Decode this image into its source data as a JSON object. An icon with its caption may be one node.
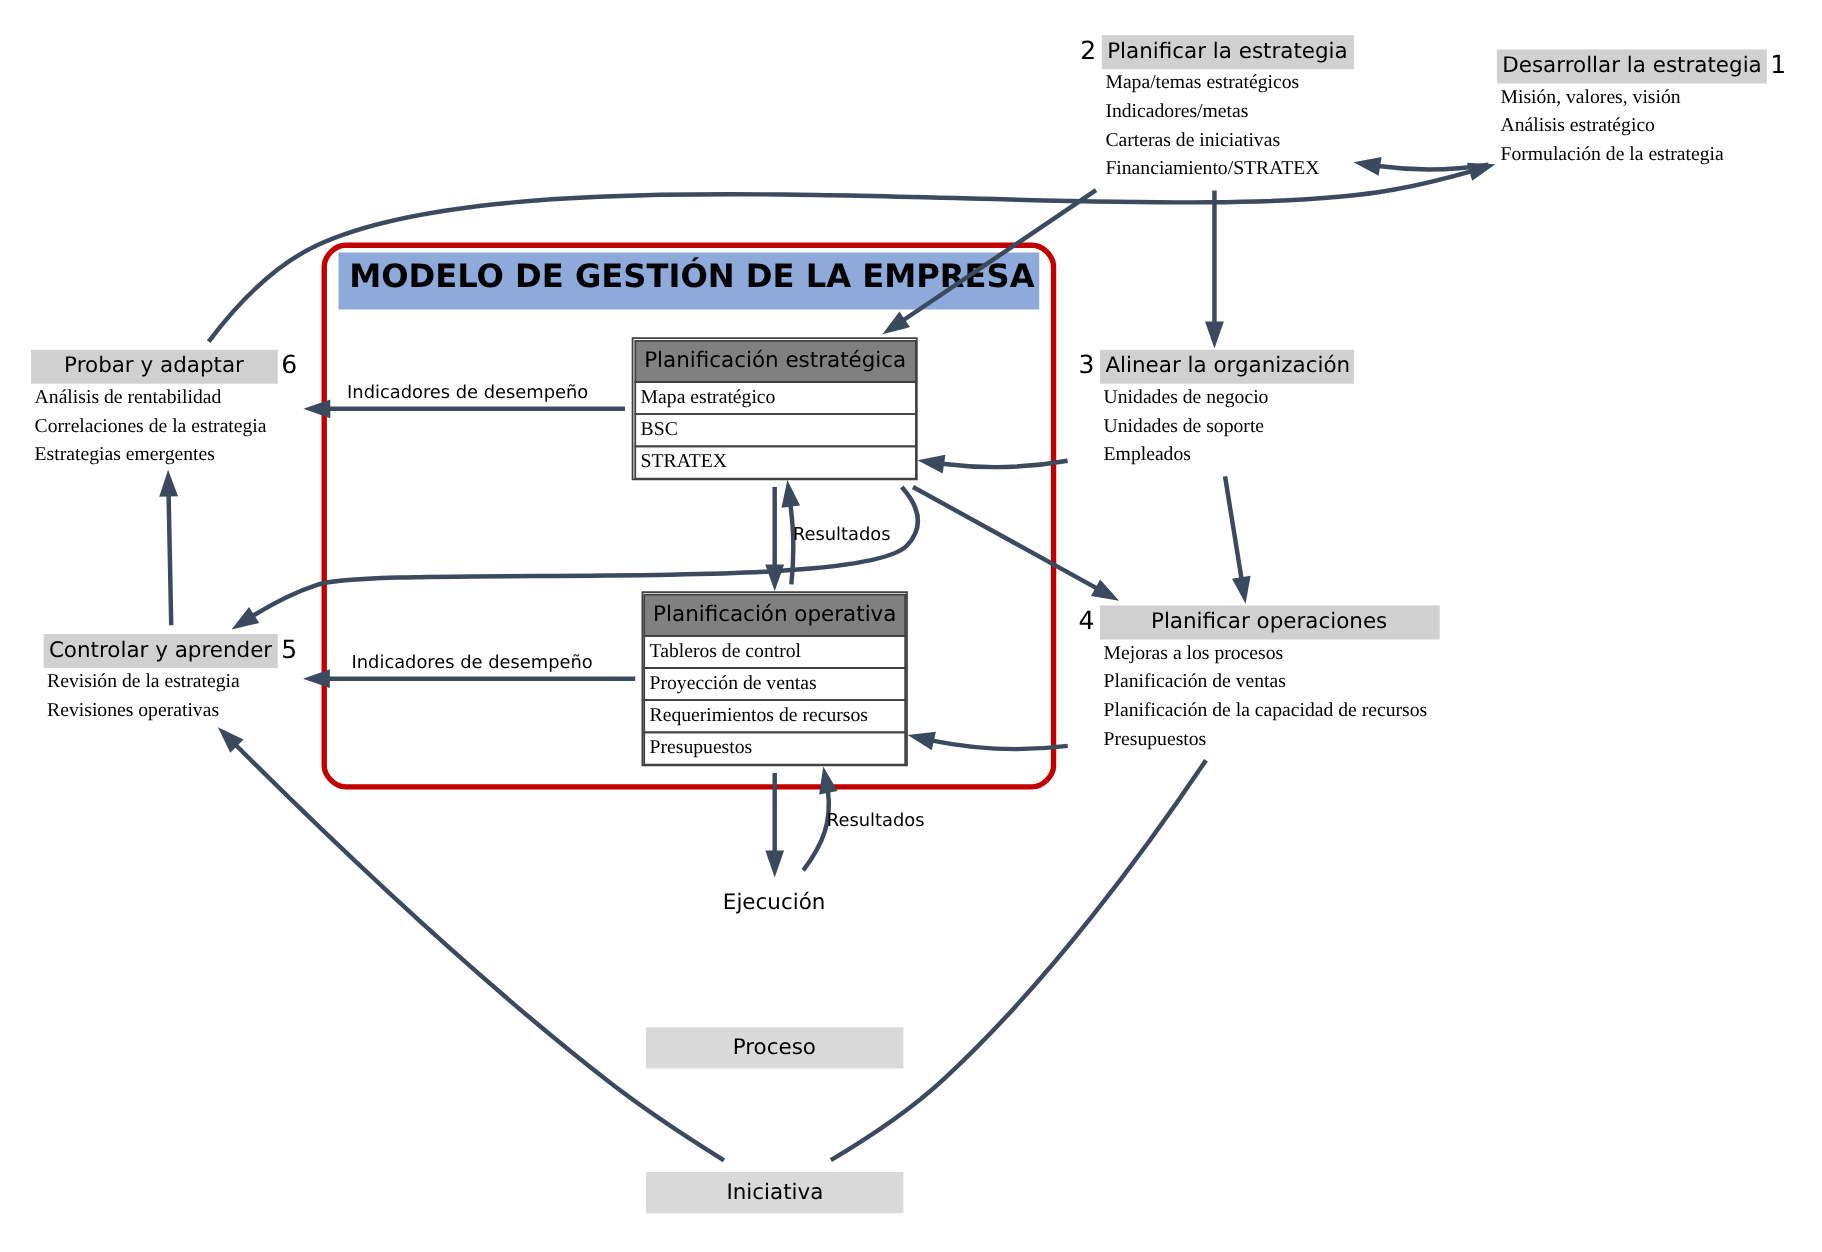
{
  "diagram": {
    "nodes": [
      {
        "text": [
          "Desarrollar la estrategia",
          "Misión, valores, visión",
          "Análisis estratégico",
          "Formulación de la estrategia"
        ],
        "beside": [
          "1"
        ]
      },
      {
        "text": [
          "Planificar la estrategia",
          "Mapa/temas estratégicos",
          "Indicadores/metas",
          "Carteras de iniciativas",
          "Financiamiento/STRATEX"
        ],
        "beside": [
          "2"
        ]
      },
      {
        "text": [
          "Alinear la organización",
          "Unidades de negocio",
          "Unidades de soporte",
          "Empleados"
        ],
        "beside": [
          "3"
        ]
      },
      {
        "text": [
          "Planificar operaciones",
          "Mejoras a los procesos",
          "Planificación de ventas",
          "Planificación de la capacidad de recursos",
          "Presupuestos"
        ],
        "beside": [
          "4"
        ]
      },
      {
        "text": [
          "Controlar y aprender",
          "Revisión de la estrategia",
          "Revisiones operativas"
        ],
        "beside": [
          "5"
        ]
      },
      {
        "text": [
          "Probar y adaptar",
          "Análisis de rentabilidad",
          "Correlaciones de la estrategia",
          "Estrategias emergentes"
        ],
        "beside": [
          "6"
        ]
      },
      {
        "text": [
          "MODELO DE GESTIÓN DE LA EMPRESA"
        ]
      },
      {
        "text": [
          "Planificación estratégica",
          "Mapa estratégico",
          "BSC",
          "STRATEX"
        ],
        "in": 6
      },
      {
        "text": [
          "Planificación operativa",
          "Tableros de control",
          "Proyección de ventas",
          "Requerimientos de recursos",
          "Presupuestos"
        ],
        "in": 6
      },
      {
        "text": [
          "Ejecución"
        ]
      },
      {
        "text": [
          "Proceso"
        ]
      },
      {
        "text": [
          "Iniciativa"
        ]
      }
    ],
    "edges": [
      {
        "from": 0,
        "to": 1,
        "arrow": "to"
      },
      {
        "from": 1,
        "to": 2,
        "arrow": "to"
      },
      {
        "from": 2,
        "to": 3,
        "arrow": "to"
      },
      {
        "from": 3,
        "to": 11,
        "arrow": "none"
      },
      {
        "from": 11,
        "to": 4,
        "arrow": "to"
      },
      {
        "from": 4,
        "to": 5,
        "arrow": "to"
      },
      {
        "from": 5,
        "to": 0,
        "arrow": "to"
      },
      {
        "from": 1,
        "to": 7,
        "arrow": "to"
      },
      {
        "from": 2,
        "to": 7,
        "arrow": "to"
      },
      {
        "from": 7,
        "to": 3,
        "arrow": "to"
      },
      {
        "from": 7,
        "to": 4,
        "arrow": "to"
      },
      {
        "from": 7,
        "to": 5,
        "arrow": "to",
        "label": "Indicadores de desempeño"
      },
      {
        "from": 3,
        "to": 8,
        "arrow": "to"
      },
      {
        "from": 8,
        "to": 4,
        "arrow": "to",
        "label": "Indicadores de desempeño"
      },
      {
        "from": 7,
        "to": 8,
        "arrow": "to"
      },
      {
        "from": 8,
        "to": 7,
        "arrow": "to",
        "label": "Resultados"
      },
      {
        "from": 8,
        "to": 9,
        "arrow": "to"
      },
      {
        "from": 9,
        "to": 8,
        "arrow": "to",
        "label": "Resultados"
      }
    ]
  }
}
